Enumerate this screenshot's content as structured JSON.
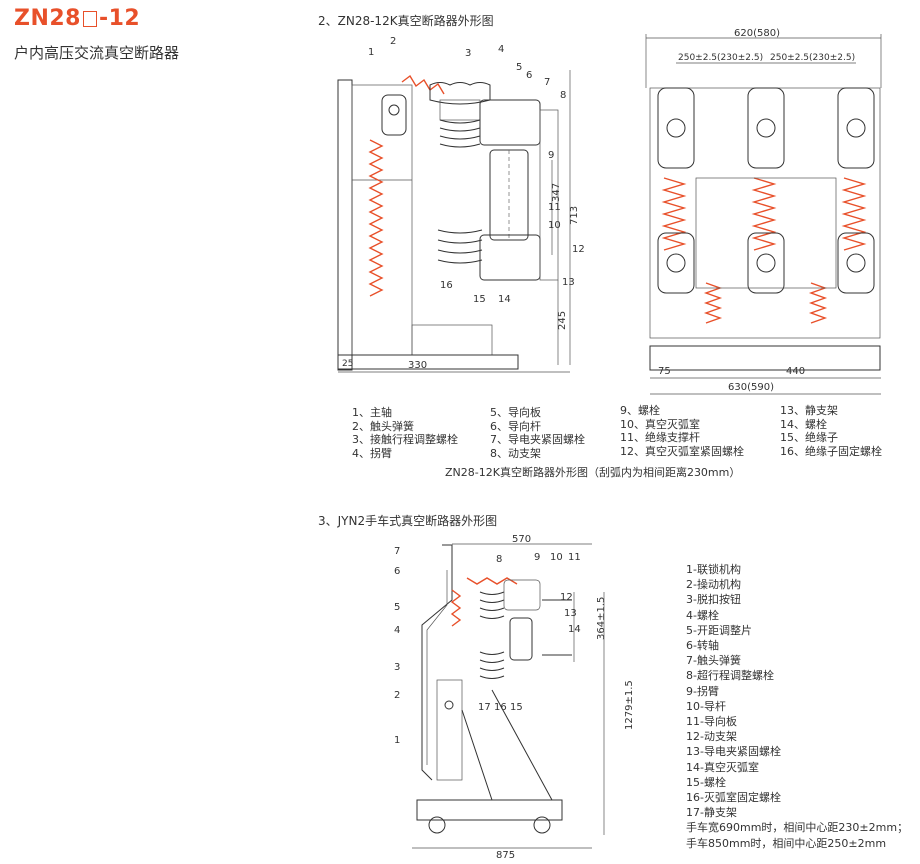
{
  "header": {
    "model_prefix": "ZN28",
    "model_suffix": "-12",
    "subtitle": "户内高压交流真空断路器"
  },
  "section2": {
    "title": "2、ZN28-12K真空断路器外形图",
    "dims": {
      "width_top": "620(580)",
      "pitch_left": "250±2.5(230±2.5)",
      "pitch_right": "250±2.5(230±2.5)",
      "depth": "330",
      "height": "713",
      "h347": "347",
      "h245": "245",
      "d25": "25",
      "d75": "75",
      "d440": "440",
      "d630": "630(590)"
    },
    "callouts": [
      "1",
      "2",
      "3",
      "4",
      "5",
      "6",
      "7",
      "8",
      "9",
      "10",
      "11",
      "12",
      "13",
      "14",
      "15",
      "16"
    ],
    "legend_cols": [
      [
        "1、主轴",
        "2、触头弹簧",
        "3、接触行程调整螺栓",
        "4、拐臂"
      ],
      [
        "5、导向板",
        "6、导向杆",
        "7、导电夹紧固螺栓",
        "8、动支架"
      ],
      [
        "9、螺栓",
        "10、真空灭弧室",
        "11、绝缘支撑杆",
        "12、真空灭弧室紧固螺栓"
      ],
      [
        "13、静支架",
        "14、螺栓",
        "15、绝缘子",
        "16、绝缘子固定螺栓"
      ]
    ],
    "caption": "ZN28-12K真空断路器外形图（刮弧内为相间距离230mm）"
  },
  "section3": {
    "title": "3、JYN2手车式真空断路器外形图",
    "dims": {
      "top": "570",
      "bottom": "875",
      "h364": "364±1.5",
      "h1279": "1279±1.5"
    },
    "callouts": [
      "1",
      "2",
      "3",
      "4",
      "5",
      "6",
      "7",
      "8",
      "9",
      "10",
      "11",
      "12",
      "13",
      "14",
      "15",
      "16",
      "17"
    ],
    "parts": [
      "1-联锁机构",
      "2-操动机构",
      "3-脱扣按钮",
      "4-螺栓",
      "5-开距调整片",
      "6-转轴",
      "7-触头弹簧",
      "8-超行程调整螺栓",
      "9-拐臂",
      "10-导杆",
      "11-导向板",
      "12-动支架",
      "13-导电夹紧固螺栓",
      "14-真空灭弧室",
      "15-螺栓",
      "16-灭弧室固定螺栓",
      "17-静支架"
    ],
    "notes": [
      "手车宽690mm时，相间中心距230±2mm；",
      "手车850mm时，相间中心距250±2mm"
    ]
  },
  "colors": {
    "accent": "#e8502a",
    "text": "#333333",
    "line": "#333333"
  }
}
